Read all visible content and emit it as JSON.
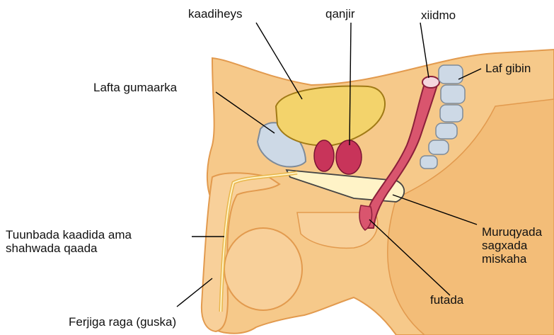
{
  "labels": {
    "bladder": "kaadiheys",
    "seminal_vesicles": "qanjir",
    "rectum": "xiidmo",
    "pubic_bone": "Lafta gumaarka",
    "spine": "Laf gibin",
    "urethra": "Tuunbada kaadida ama\nshahwada qaada",
    "pelvic_floor": "Muruqyada\nsagxada\nmiskaha",
    "anus": "futada",
    "penis_tip": "Ferjiga raga (guska)"
  },
  "colors": {
    "skin": "#f6c98a",
    "skin_dark": "#e29a4e",
    "bladder": "#f3d36b",
    "bladder_edge": "#a07a16",
    "gland": "#c8345a",
    "bone": "#cdd9e6",
    "rectum": "#d9556e",
    "duct": "#fff3c7",
    "line": "#000000"
  }
}
